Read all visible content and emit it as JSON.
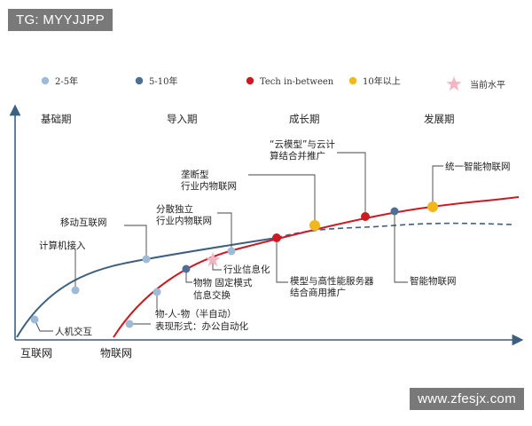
{
  "watermark_top": "TG: MYYJJPP",
  "watermark_bottom": "www.zfesjx.com",
  "legend": [
    {
      "label": "2-5年",
      "color": "#9dbbd6",
      "shape": "dot"
    },
    {
      "label": "5-10年",
      "color": "#4d6f95",
      "shape": "dot"
    },
    {
      "label": "Tech in-between",
      "color": "#cc1a23",
      "shape": "dot"
    },
    {
      "label": "10年以上",
      "color": "#f0b81c",
      "shape": "dot"
    },
    {
      "label": "当前水平",
      "color": "#f2b5c4",
      "shape": "star"
    }
  ],
  "phases": [
    "基础期",
    "导入期",
    "成长期",
    "发展期"
  ],
  "axis_labels": {
    "internet": "互联网",
    "iot": "物联网"
  },
  "annotations": {
    "human_machine": "人机交互",
    "computer_access": "计算机接入",
    "mobile_internet": "移动互联网",
    "scattered_line1": "分散独立",
    "scattered_line2": "行业内物联网",
    "monopoly_line1": "垄断型",
    "monopoly_line2": "行业内物联网",
    "cloud_line1": "“云模型”与云计",
    "cloud_line2": "算结合并推广",
    "unified": "统一智能物联网",
    "industry_info": "行业信息化",
    "fixed_line1": "物物 固定模式",
    "fixed_line2": "信息交换",
    "semi_line1": "物-人-物（半自动）",
    "semi_line2": "表现形式：办公自动化",
    "model_line1": "模型与高性能服务器",
    "model_line2": "结合商用推广",
    "smart_iot": "智能物联网"
  },
  "colors": {
    "internet_curve": "#3d5f80",
    "iot_curve": "#cc1a23",
    "dashed_curve": "#3d5f80",
    "leader": "#444444"
  }
}
